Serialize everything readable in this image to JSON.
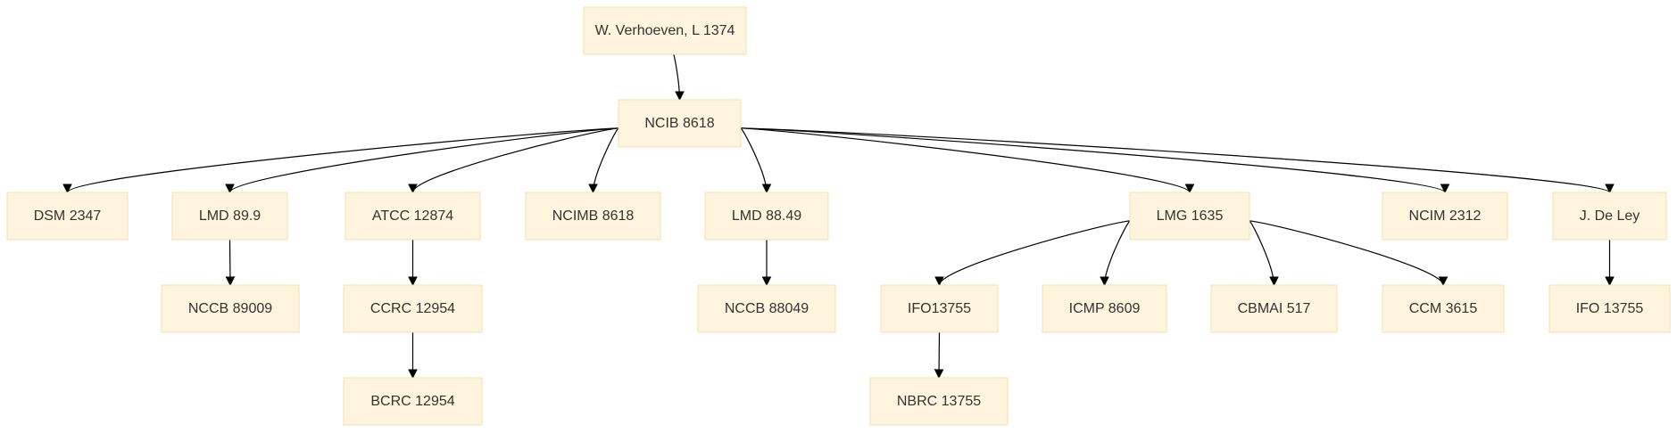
{
  "colors": {
    "node_fill": "#fff4dd",
    "node_stroke": "#f3dfb0",
    "text": "#333333",
    "edge": "#000000"
  },
  "nodes": {
    "root": "W. Verhoeven, L 1374",
    "ncib": "NCIB 8618",
    "dsm": "DSM 2347",
    "lmd899": "LMD 89.9",
    "atcc": "ATCC 12874",
    "ncimb": "NCIMB 8618",
    "lmd8849": "LMD 88.49",
    "lmg": "LMG 1635",
    "ncim": "NCIM 2312",
    "deley": "J. De Ley",
    "nccb89009": "NCCB 89009",
    "ccrc": "CCRC 12954",
    "bcrc": "BCRC 12954",
    "nccb88049": "NCCB 88049",
    "ifo13755a": "IFO13755",
    "icmp": "ICMP 8609",
    "cbmai": "CBMAI 517",
    "ccm": "CCM 3615",
    "ifo13755b": "IFO 13755",
    "nbrc": "NBRC 13755"
  },
  "edges": [
    [
      "root",
      "ncib"
    ],
    [
      "ncib",
      "dsm"
    ],
    [
      "ncib",
      "lmd899"
    ],
    [
      "ncib",
      "atcc"
    ],
    [
      "ncib",
      "ncimb"
    ],
    [
      "ncib",
      "lmd8849"
    ],
    [
      "ncib",
      "lmg"
    ],
    [
      "ncib",
      "ncim"
    ],
    [
      "ncib",
      "deley"
    ],
    [
      "lmd899",
      "nccb89009"
    ],
    [
      "atcc",
      "ccrc"
    ],
    [
      "ccrc",
      "bcrc"
    ],
    [
      "lmd8849",
      "nccb88049"
    ],
    [
      "lmg",
      "ifo13755a"
    ],
    [
      "lmg",
      "icmp"
    ],
    [
      "lmg",
      "cbmai"
    ],
    [
      "lmg",
      "ccm"
    ],
    [
      "ifo13755a",
      "nbrc"
    ],
    [
      "deley",
      "ifo13755b"
    ]
  ]
}
